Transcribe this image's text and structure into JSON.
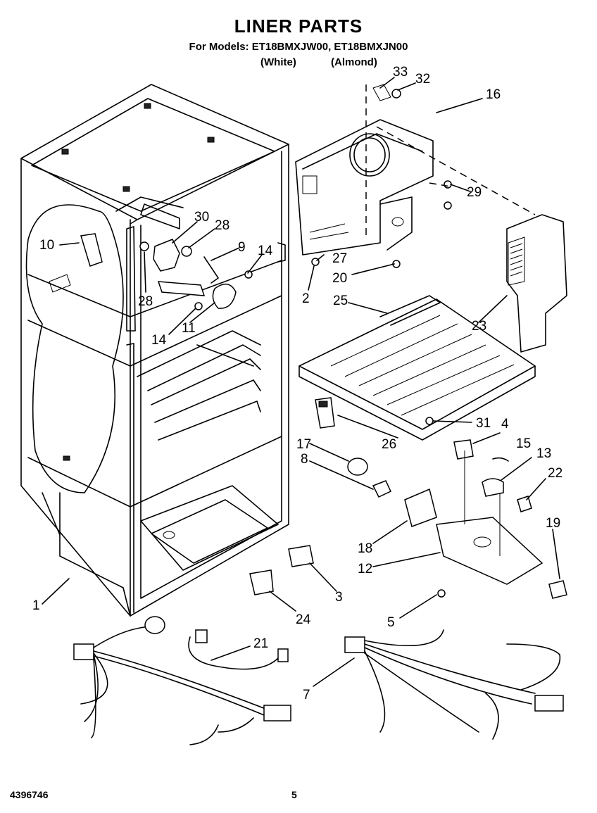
{
  "header": {
    "title": "LINER PARTS",
    "models_line": "For Models: ET18BMXJW00, ET18BMXJN00",
    "variant_white": "(White)",
    "variant_almond": "(Almond)"
  },
  "footer": {
    "doc_number": "4396746",
    "page_number": "5"
  },
  "callouts": [
    "33",
    "32",
    "16",
    "30",
    "28",
    "9",
    "10",
    "14",
    "29",
    "27",
    "20",
    "2",
    "28",
    "14",
    "11",
    "25",
    "23",
    "31",
    "26",
    "4",
    "17",
    "15",
    "13",
    "8",
    "22",
    "19",
    "18",
    "12",
    "3",
    "24",
    "1",
    "5",
    "21",
    "7"
  ]
}
